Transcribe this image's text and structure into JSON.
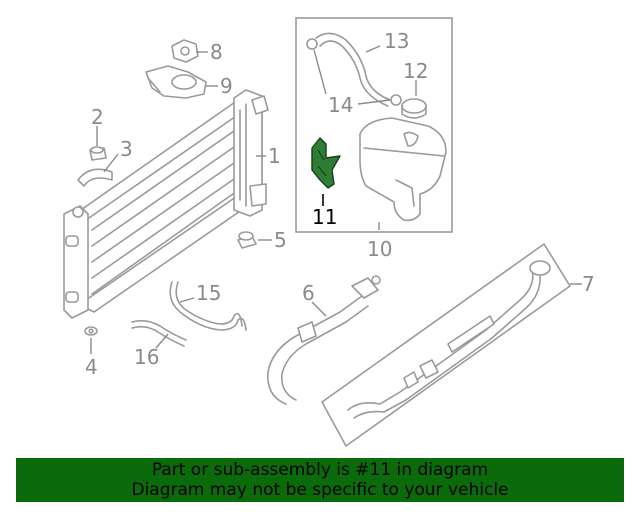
{
  "callouts": {
    "c1": "1",
    "c2": "2",
    "c3": "3",
    "c4": "4",
    "c5": "5",
    "c6": "6",
    "c7": "7",
    "c8": "8",
    "c9": "9",
    "c10": "10",
    "c11": "11",
    "c12": "12",
    "c13": "13",
    "c14": "14",
    "c15": "15",
    "c16": "16"
  },
  "highlight": {
    "part_number": "11",
    "color": "#2e7d32"
  },
  "banner": {
    "line1": "Part or sub-assembly is #11 in diagram",
    "line2": "Diagram may not be specific to your vehicle",
    "background": "#0b6b0b"
  }
}
